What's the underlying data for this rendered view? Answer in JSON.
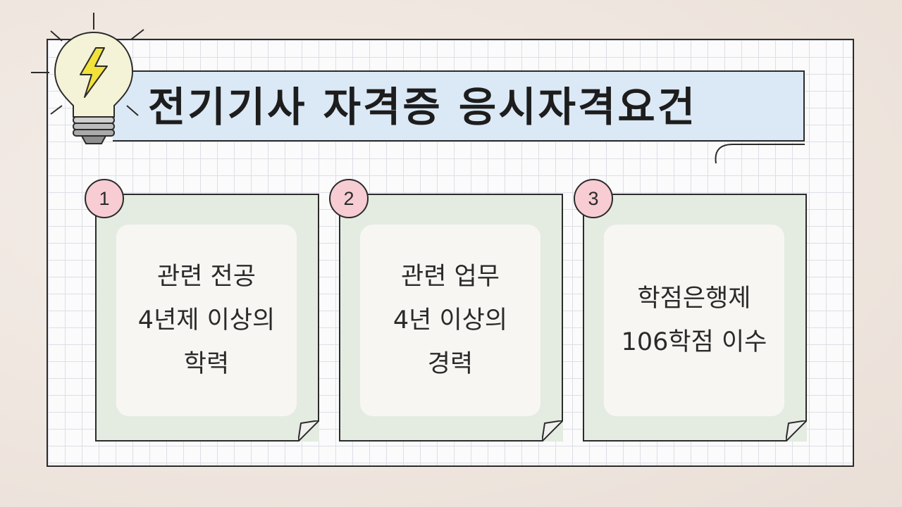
{
  "title": "전기기사 자격증 응시자격요건",
  "icon": "lightbulb-icon",
  "colors": {
    "title_band": "#dbe8f5",
    "card": "#e4ece1",
    "badge": "#f7ccd3",
    "bolt": "#f2e23a"
  },
  "cards": [
    {
      "number": "1",
      "text": "관련 전공\n4년제 이상의\n학력"
    },
    {
      "number": "2",
      "text": "관련 업무\n4년 이상의\n경력"
    },
    {
      "number": "3",
      "text": "학점은행제\n106학점 이수"
    }
  ]
}
